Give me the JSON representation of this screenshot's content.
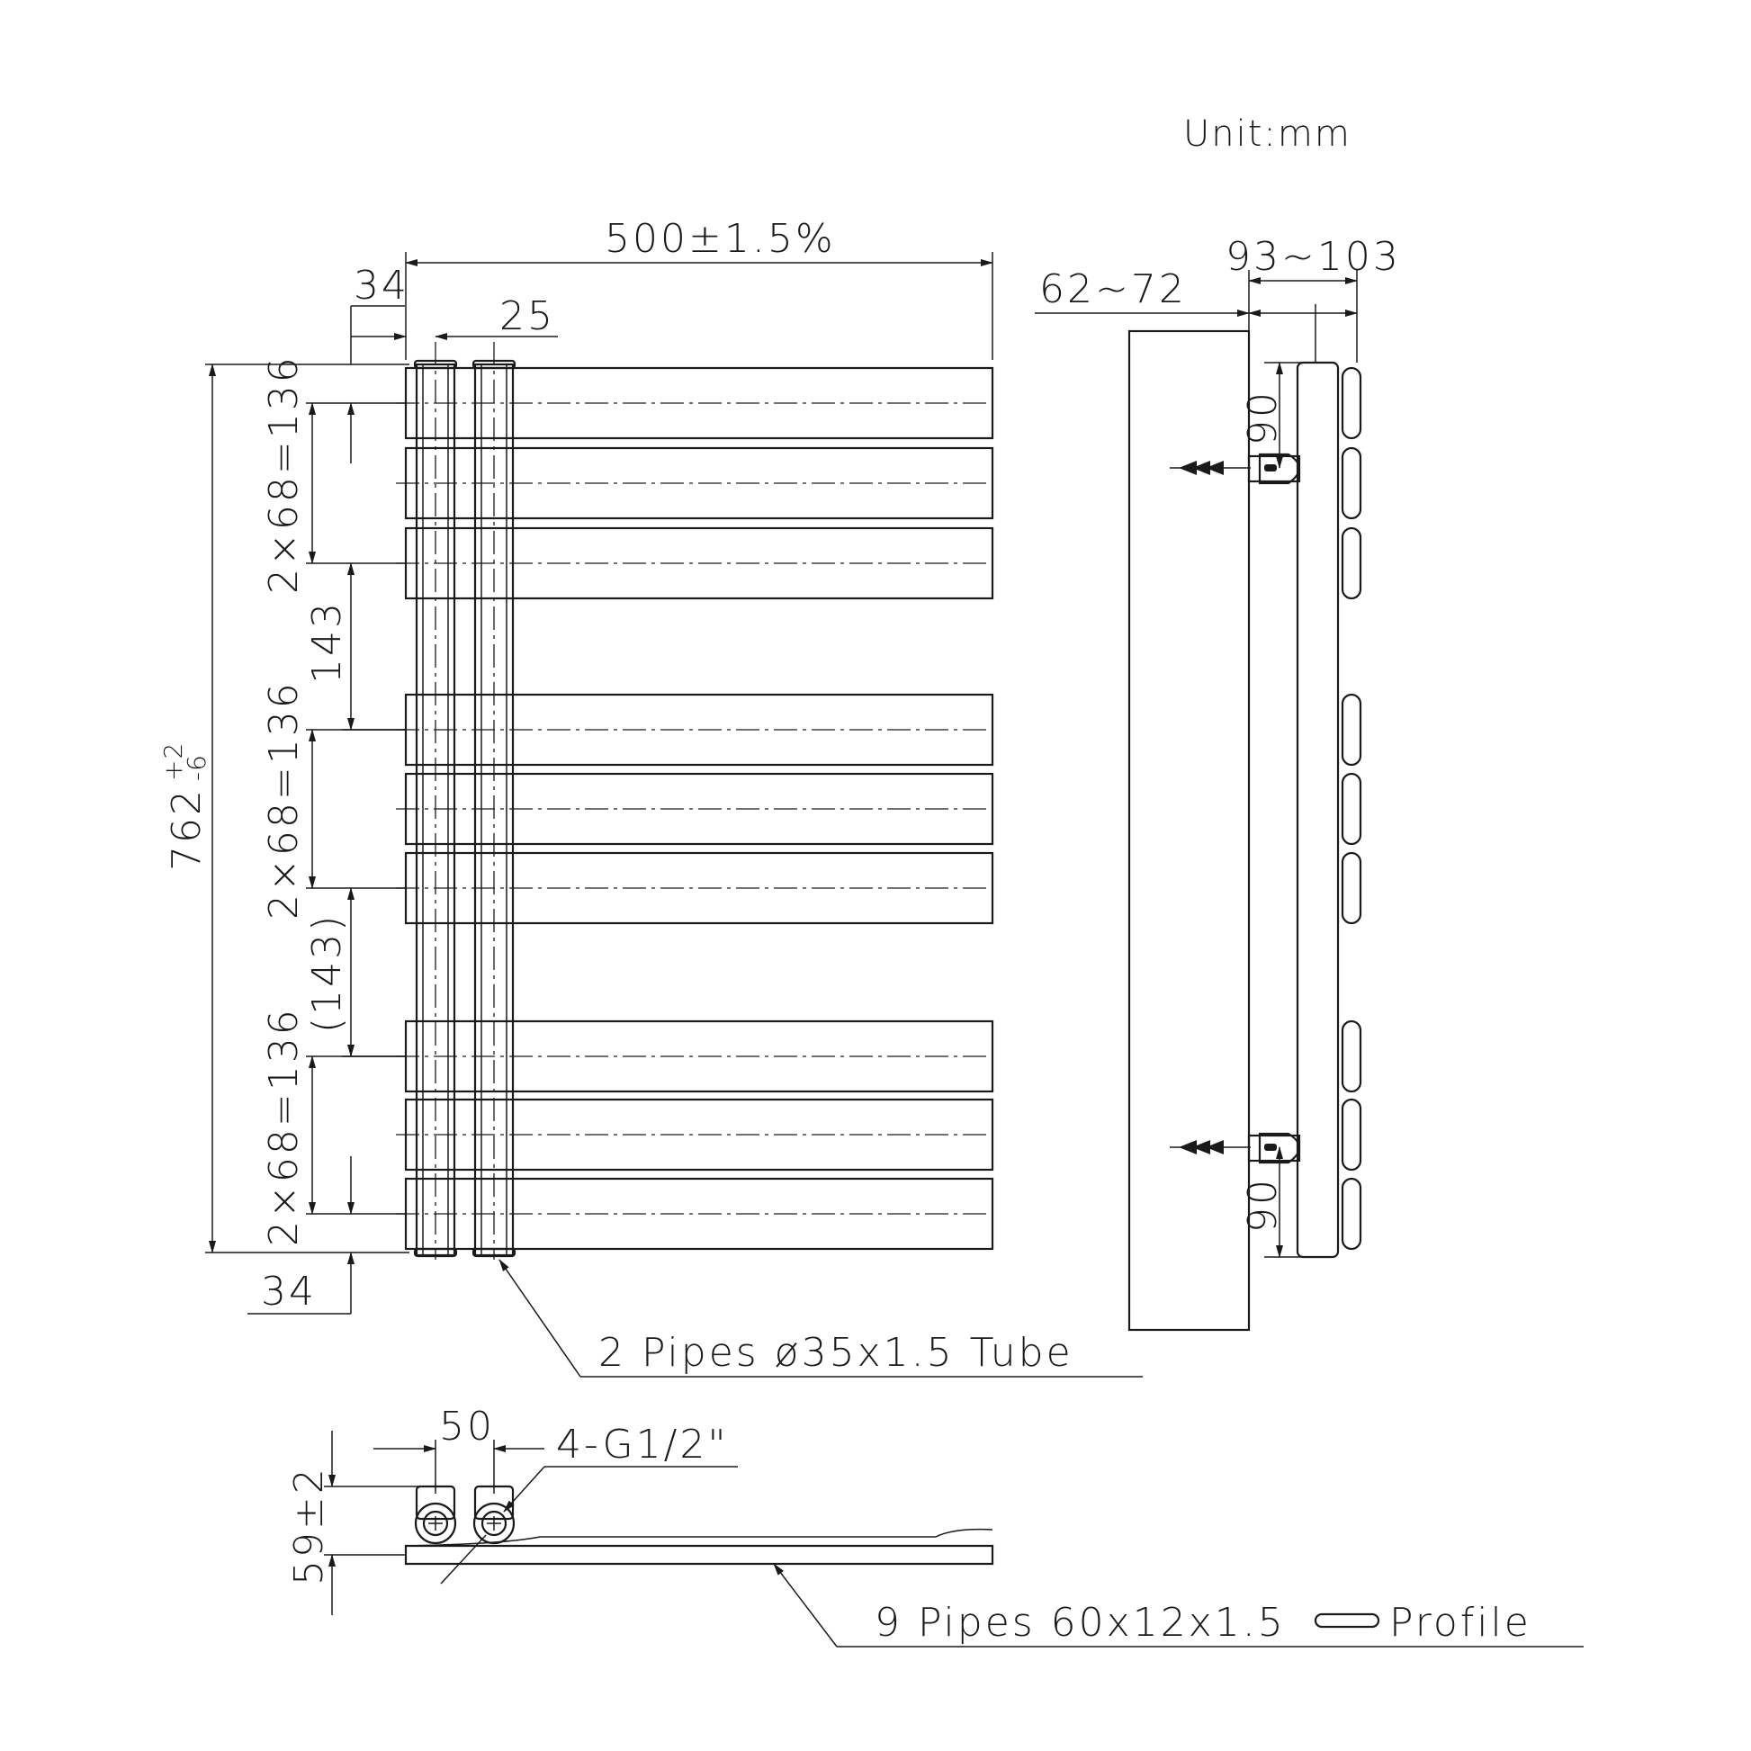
{
  "unit_label": "Unit:mm",
  "dims": {
    "width": "500±1.5%",
    "left_offset": "34",
    "pipe_offset": "25",
    "height_main": "762",
    "height_tol_plus": "+2",
    "height_tol_minus": "-6",
    "group1": "2×68=136",
    "gap1": "143",
    "group2": "2×68=136",
    "gap2": "(143)",
    "group3": "2×68=136",
    "bottom_offset": "34",
    "wall_gap": "62~72",
    "total_depth": "93~103",
    "bracket_top": "90",
    "bracket_bottom": "90",
    "valve_spacing": "50",
    "valve_depth": "59±2"
  },
  "labels": {
    "pipes_vertical": "2 Pipes ø35x1.5 Tube",
    "connections": "4-G1/2\"",
    "pipes_horizontal_prefix": "9 Pipes 60x12x1.5",
    "pipes_horizontal_suffix": "Profile"
  }
}
